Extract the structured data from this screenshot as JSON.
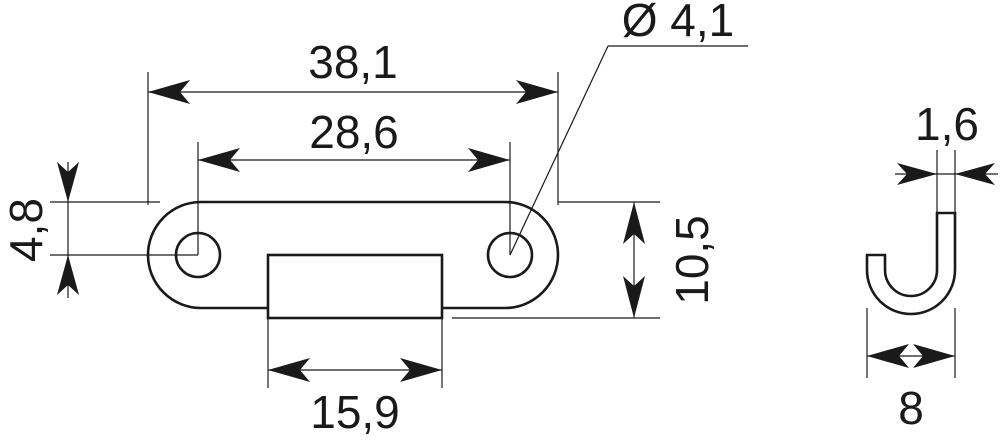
{
  "dimensions": {
    "overall_length": "38,1",
    "hole_spacing": "28,6",
    "hole_diameter": "Ø 4,1",
    "plate_width": "4,8",
    "total_height": "10,5",
    "tab_width": "15,9",
    "hook_thickness": "1,6",
    "hook_width": "8"
  }
}
